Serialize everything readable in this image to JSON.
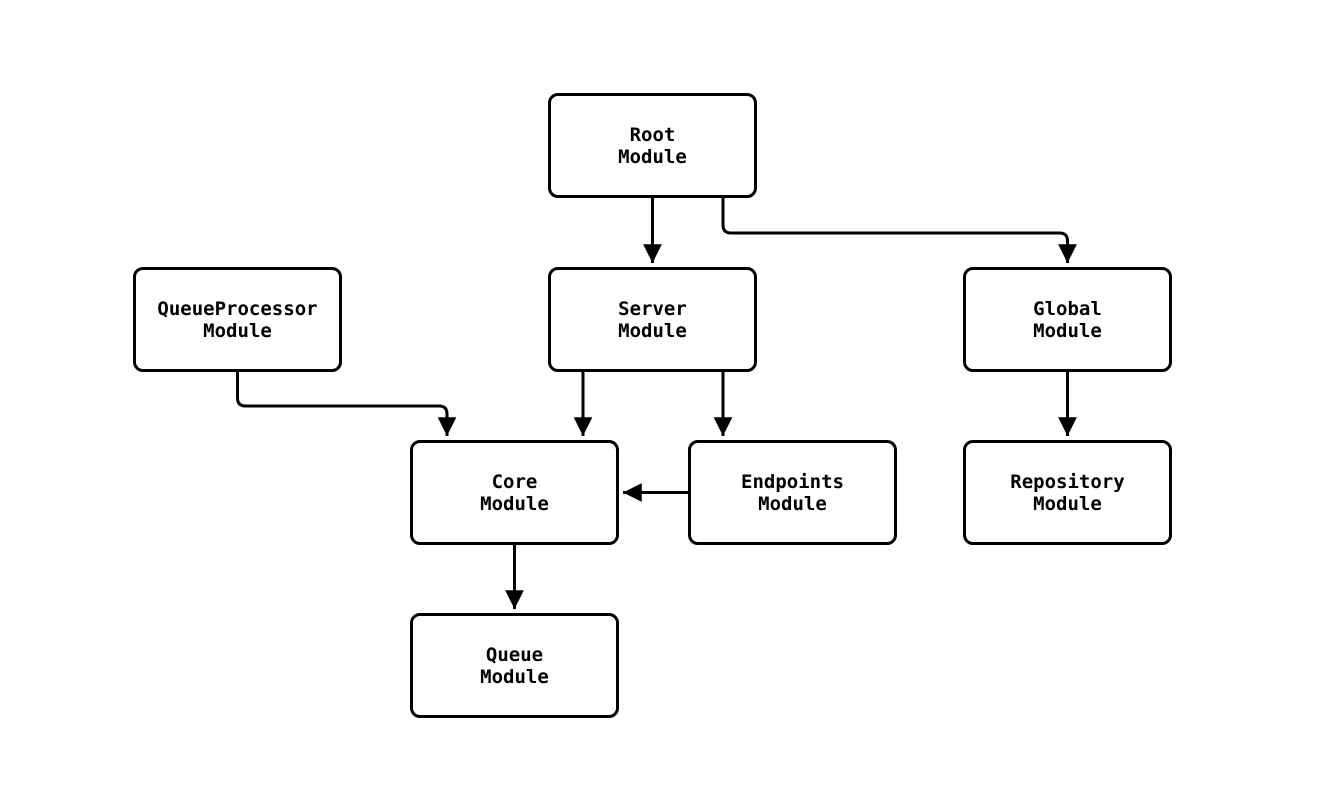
{
  "diagram": {
    "type": "module-dependency-graph",
    "background_color": "#ffffff",
    "stroke_color": "#000000",
    "nodes": [
      {
        "id": "root",
        "label": "Root\nModule"
      },
      {
        "id": "queueprocessor",
        "label": "QueueProcessor\nModule"
      },
      {
        "id": "server",
        "label": "Server\nModule"
      },
      {
        "id": "global",
        "label": "Global\nModule"
      },
      {
        "id": "core",
        "label": "Core\nModule"
      },
      {
        "id": "endpoints",
        "label": "Endpoints\nModule"
      },
      {
        "id": "repository",
        "label": "Repository\nModule"
      },
      {
        "id": "queue",
        "label": "Queue\nModule"
      }
    ],
    "edges": [
      {
        "from": "root",
        "to": "server"
      },
      {
        "from": "root",
        "to": "global"
      },
      {
        "from": "queueprocessor",
        "to": "core"
      },
      {
        "from": "server",
        "to": "core"
      },
      {
        "from": "server",
        "to": "endpoints"
      },
      {
        "from": "endpoints",
        "to": "core"
      },
      {
        "from": "global",
        "to": "repository"
      },
      {
        "from": "core",
        "to": "queue"
      }
    ]
  }
}
